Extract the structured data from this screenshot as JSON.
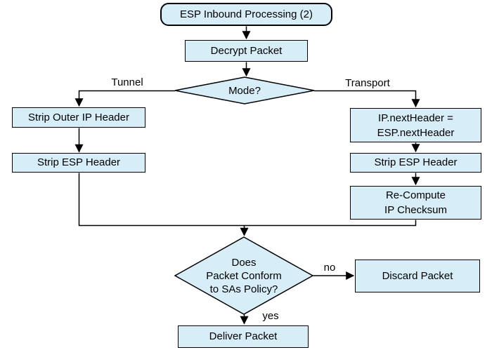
{
  "diagram": {
    "title": "ESP Inbound Processing (2)",
    "colors": {
      "node_fill": "#d7edf8",
      "node_border": "#000000",
      "background": "#ffffff",
      "text": "#000000"
    },
    "nodes": {
      "start": {
        "label": "ESP Inbound Processing (2)",
        "shape": "rounded-rectangle"
      },
      "decrypt": {
        "label": "Decrypt Packet",
        "shape": "rectangle"
      },
      "mode": {
        "label": "Mode?",
        "shape": "diamond"
      },
      "strip_outer": {
        "label": "Strip Outer IP Header",
        "shape": "rectangle"
      },
      "strip_esp_left": {
        "label": "Strip ESP Header",
        "shape": "rectangle"
      },
      "ip_next": {
        "lines": [
          "IP.nextHeader =",
          "ESP.nextHeader"
        ],
        "shape": "rectangle"
      },
      "strip_esp_right": {
        "label": "Strip ESP Header",
        "shape": "rectangle"
      },
      "recompute": {
        "lines": [
          "Re-Compute",
          "IP Checksum"
        ],
        "shape": "rectangle"
      },
      "policy": {
        "lines": [
          "Does",
          "Packet Conform",
          "to SAs Policy?"
        ],
        "shape": "diamond"
      },
      "discard": {
        "label": "Discard Packet",
        "shape": "rectangle"
      },
      "deliver": {
        "label": "Deliver Packet",
        "shape": "rectangle"
      }
    },
    "edge_labels": {
      "tunnel": "Tunnel",
      "transport": "Transport",
      "no": "no",
      "yes": "yes"
    }
  }
}
